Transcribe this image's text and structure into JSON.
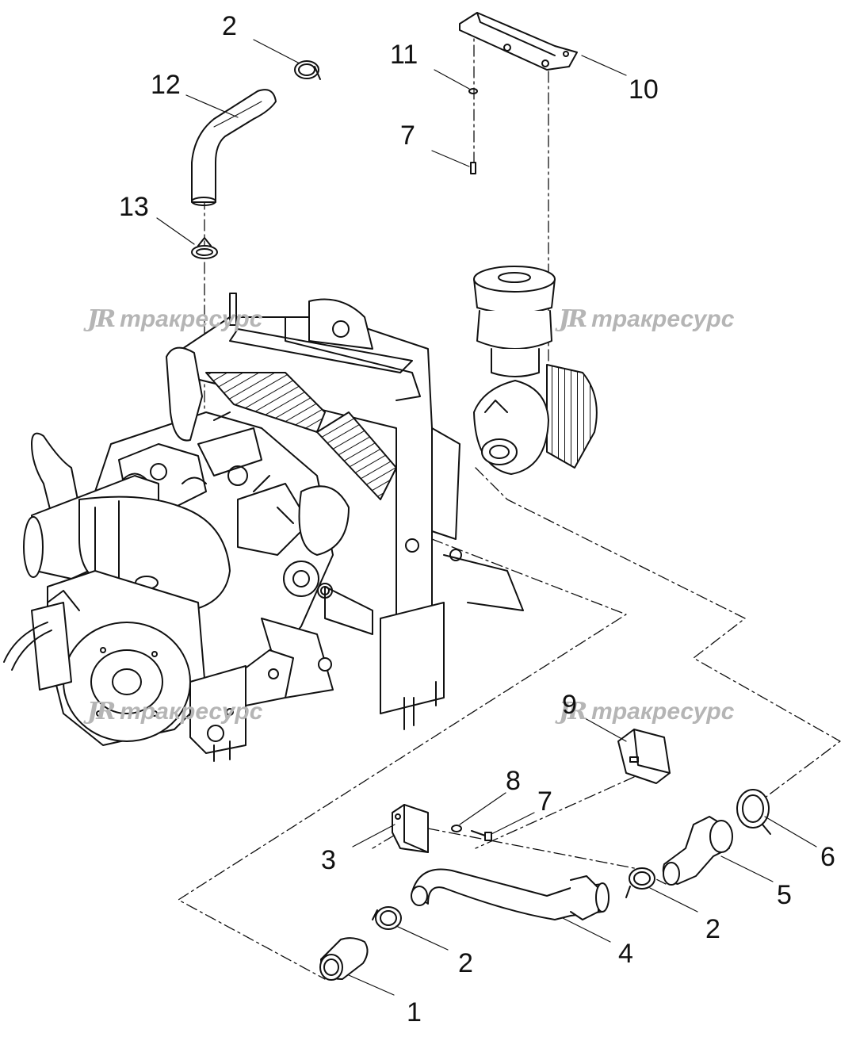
{
  "watermark": {
    "logo": "JR",
    "text": "тракресурс"
  },
  "callouts": [
    {
      "id": "c2-top",
      "label": "2"
    },
    {
      "id": "c11",
      "label": "11"
    },
    {
      "id": "c10",
      "label": "10"
    },
    {
      "id": "c12",
      "label": "12"
    },
    {
      "id": "c7-top",
      "label": "7"
    },
    {
      "id": "c13",
      "label": "13"
    },
    {
      "id": "c9",
      "label": "9"
    },
    {
      "id": "c8",
      "label": "8"
    },
    {
      "id": "c7-bot",
      "label": "7"
    },
    {
      "id": "c3",
      "label": "3"
    },
    {
      "id": "c6",
      "label": "6"
    },
    {
      "id": "c5",
      "label": "5"
    },
    {
      "id": "c2-right",
      "label": "2"
    },
    {
      "id": "c4",
      "label": "4"
    },
    {
      "id": "c2-bot",
      "label": "2"
    },
    {
      "id": "c1",
      "label": "1"
    }
  ]
}
